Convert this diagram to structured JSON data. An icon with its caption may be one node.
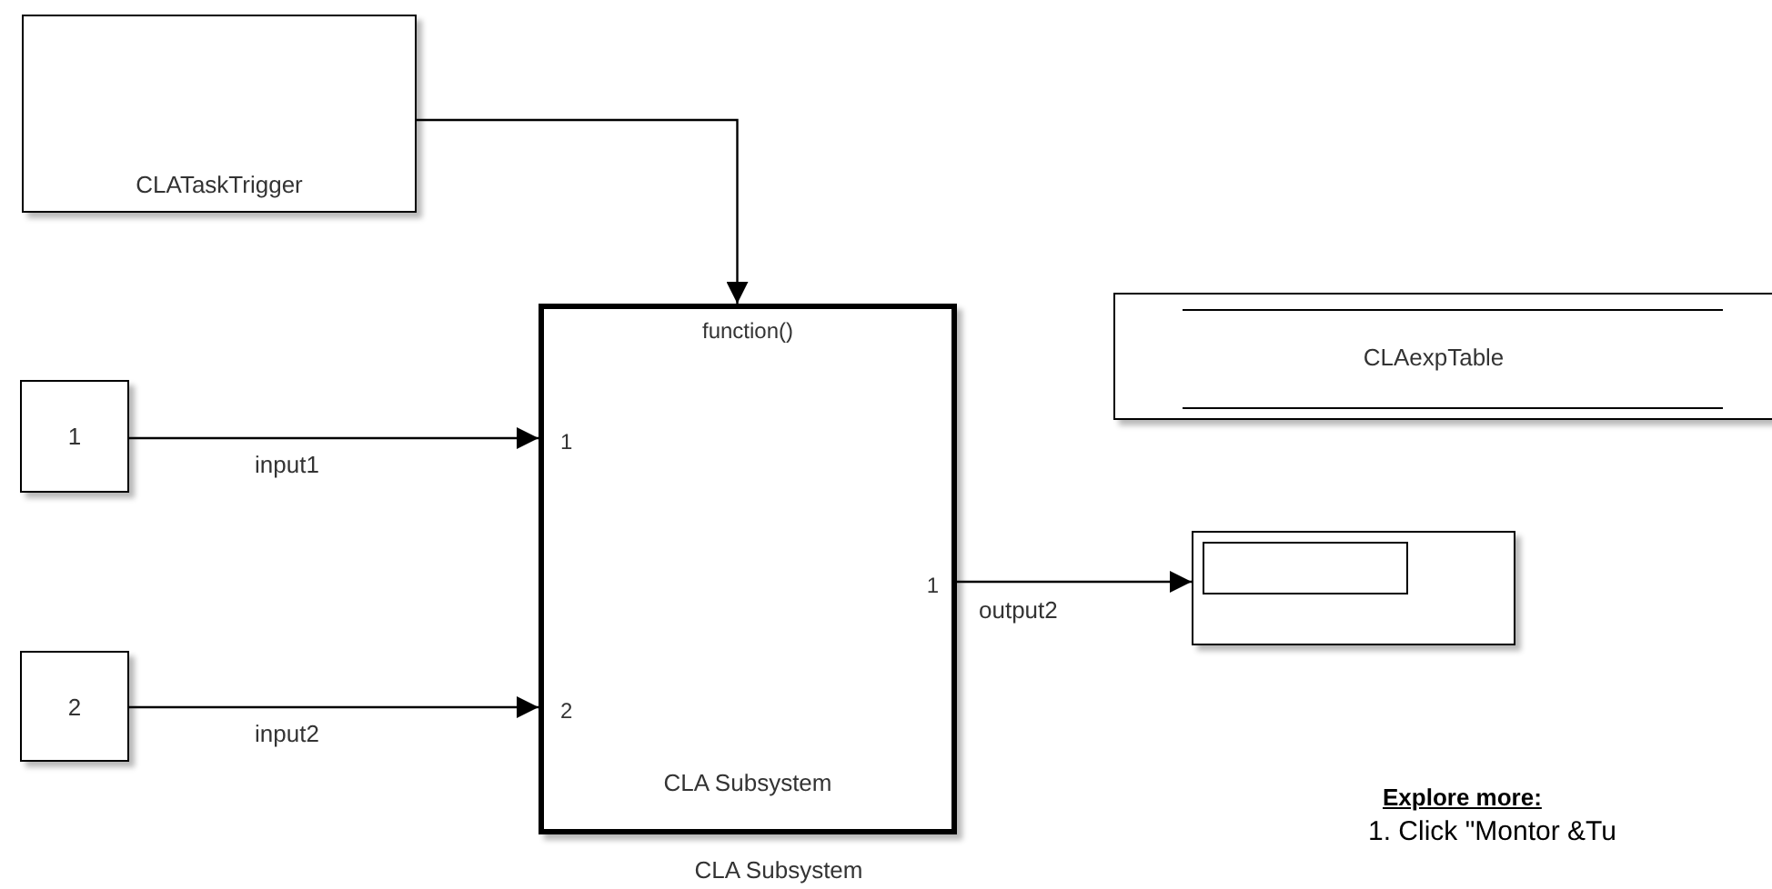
{
  "diagram": {
    "nodes": [
      {
        "text": [
          "CLATaskTrigger"
        ]
      },
      {
        "text": [
          "1"
        ]
      },
      {
        "text": [
          "2"
        ]
      },
      {
        "text": [
          "function()",
          "1",
          "2",
          "1",
          "CLA Subsystem"
        ],
        "beside": [
          "CLA Subsystem"
        ]
      },
      {
        "text": [
          "CLAexpTable"
        ]
      },
      {
        "text": [],
        "shape": "box"
      }
    ],
    "edges": [
      {
        "from": 0,
        "to": 3,
        "arrow": "to"
      },
      {
        "from": 1,
        "to": 3,
        "arrow": "to",
        "label": "input1"
      },
      {
        "from": 2,
        "to": 3,
        "arrow": "to",
        "label": "input2"
      },
      {
        "from": 3,
        "to": 5,
        "arrow": "to",
        "label": "output2"
      }
    ],
    "labels": [
      "Explore more:",
      "1. Click \"Montor &Tu"
    ]
  }
}
